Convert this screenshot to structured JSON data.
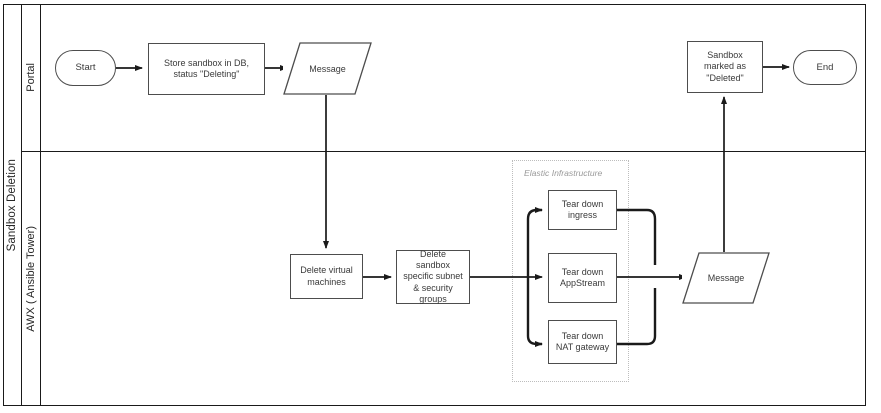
{
  "diagram": {
    "type": "flowchart",
    "pool_label": "Sandbox Deletion",
    "lanes": [
      {
        "id": "portal",
        "label": "Portal"
      },
      {
        "id": "awx",
        "label": "AWX ( Ansible Tower)"
      }
    ],
    "group": {
      "title": "Elastic Infrastructure"
    },
    "nodes": {
      "start": {
        "label": "Start",
        "shape": "oval",
        "lane": "portal"
      },
      "store_sandbox": {
        "label": "Store sandbox in DB,\nstatus \"Deleting\"",
        "shape": "rect",
        "lane": "portal"
      },
      "message_top": {
        "label": "Message",
        "shape": "parallelogram",
        "lane": "portal"
      },
      "sandbox_deleted": {
        "label": "Sandbox\nmarked as\n\"Deleted\"",
        "shape": "rect",
        "lane": "portal"
      },
      "end": {
        "label": "End",
        "shape": "oval",
        "lane": "portal"
      },
      "delete_vms": {
        "label": "Delete virtual\nmachines",
        "shape": "rect",
        "lane": "awx"
      },
      "delete_subnet": {
        "label": "Delete\nsandbox\nspecific subnet\n& security\ngroups",
        "shape": "rect",
        "lane": "awx"
      },
      "tear_ingress": {
        "label": "Tear down\ningress",
        "shape": "rect",
        "lane": "awx"
      },
      "tear_appstream": {
        "label": "Tear down\nAppStream",
        "shape": "rect",
        "lane": "awx"
      },
      "tear_nat": {
        "label": "Tear down\nNAT gateway",
        "shape": "rect",
        "lane": "awx"
      },
      "message_bottom": {
        "label": "Message",
        "shape": "parallelogram",
        "lane": "awx"
      }
    },
    "colors": {
      "frame": "#1a1a1a",
      "node_border": "#4d4d4d",
      "node_text": "#3a3a3a",
      "group_border": "#bdbdbd",
      "group_text": "#9a9a9a",
      "edge": "#1a1a1a",
      "background": "#ffffff"
    }
  }
}
